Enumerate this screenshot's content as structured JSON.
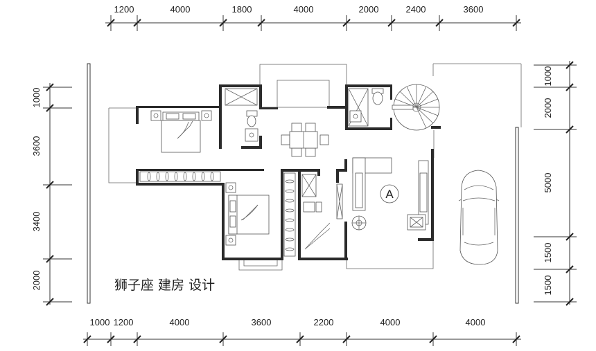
{
  "title": "狮子座 建房 设计",
  "room_label": "A",
  "dimensions": {
    "top": [
      "1200",
      "4000",
      "1800",
      "4000",
      "2000",
      "2400",
      "3600"
    ],
    "bottom": [
      "1000",
      "1200",
      "4000",
      "3600",
      "2200",
      "4000",
      "4000"
    ],
    "left": [
      "1000",
      "3600",
      "3400",
      "2000"
    ],
    "right": [
      "1000",
      "2000",
      "5000",
      "1500",
      "1500"
    ]
  }
}
